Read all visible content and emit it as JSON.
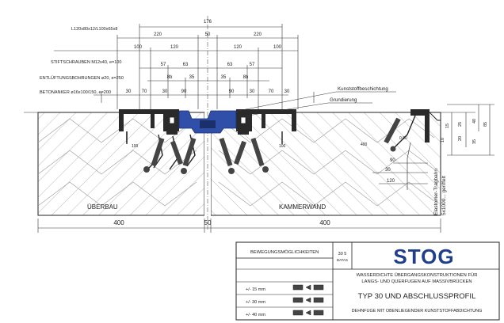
{
  "dimensions": {
    "top_total": "176",
    "row1": [
      "220",
      "50",
      "220"
    ],
    "row2": [
      "100",
      "120",
      "120",
      "100"
    ],
    "row3": [
      "57",
      "63",
      "63",
      "57"
    ],
    "row4": [
      "8b",
      "35",
      "35",
      "8b"
    ],
    "row5": [
      "30",
      "70",
      "30",
      "90",
      "90",
      "30",
      "70",
      "30"
    ],
    "bottom": [
      "400",
      "50",
      "400"
    ],
    "right_h": [
      "120",
      "90",
      "30"
    ],
    "right_v": [
      "15",
      "25",
      "20",
      "40",
      "85",
      "35",
      "10"
    ]
  },
  "specs": {
    "profile": "L120x80x12/L100x65x8",
    "screws": "STIFTSCHRAUBEN M12x40, e=100",
    "vents": "ENTLÜFTUNGSBOHRUNGEN ø20, e=250",
    "anchors": "BETONANKER ø16x100/150, e=200"
  },
  "leaders": {
    "coating": "Kunststoffbeschichtung",
    "primer": "Grundierung"
  },
  "labels": {
    "left_block": "ÜBERBAU",
    "right_block": "KAMMERWAND",
    "elastomer_1": "Elastomer-Tragbahn",
    "elastomer_2": "5x1000... geriffelt",
    "small_a": "100",
    "small_b": "100",
    "small_c": "400",
    "small_d": "0.00"
  },
  "title_block": {
    "movements_header": "BEWEGUNGSMÖGLICHKEITEN",
    "movements": [
      "+/- 15 mm",
      "+/- 30 mm",
      "+/- 40 mm"
    ],
    "drawing_no": "30 5",
    "drawing_sub": "BATAS",
    "logo": "STOG",
    "description_1": "WASSERDICHTE ÜBERGANGSKONSTRUKTIONEN FÜR",
    "description_2": "LANGS- UND QUERFUGEN AUF MASSIVBRÜCKEN",
    "title": "TYP 30  UND ABSCHLUSSPROFIL",
    "subtitle": "DEHNFUGE MIT OBENLIEGENDER KUNSTSTOFFABDICHTUNG"
  },
  "colors": {
    "line": "#222222",
    "hatch": "#777777",
    "steel": "#2a2a2a",
    "seal": "#2f4fa8",
    "logo": "#1f3f8c"
  }
}
